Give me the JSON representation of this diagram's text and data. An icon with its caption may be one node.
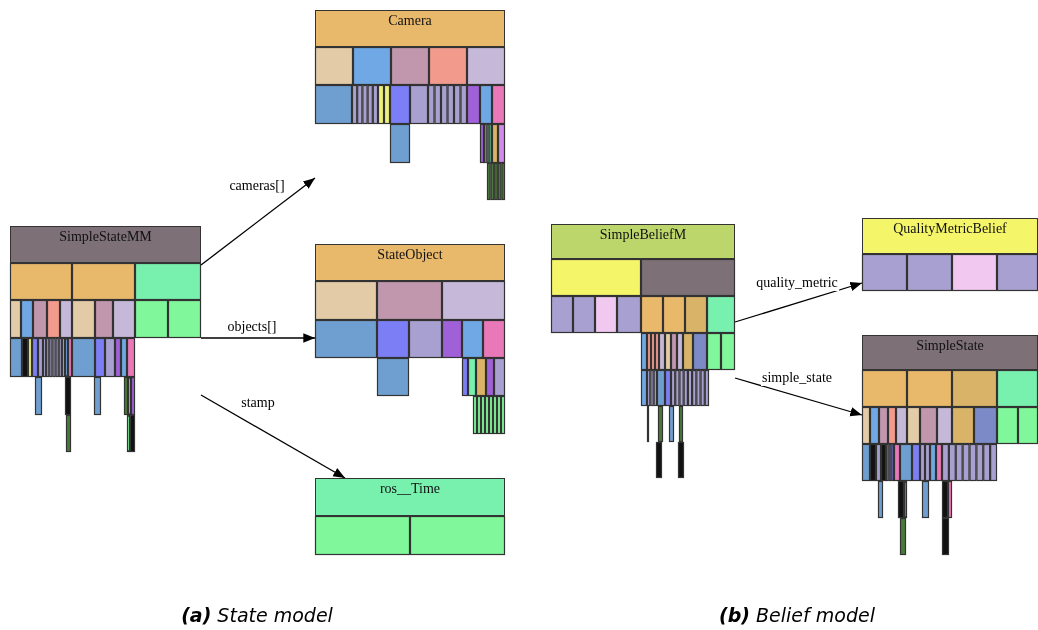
{
  "diagram": {
    "nodes": [
      {
        "text": [
          "SimpleStateMM"
        ]
      },
      {
        "text": [
          "Camera"
        ]
      },
      {
        "text": [
          "StateObject"
        ]
      },
      {
        "text": [
          "ros__Time"
        ]
      },
      {
        "text": [
          "SimpleBeliefM"
        ]
      },
      {
        "text": [
          "QualityMetricBelief"
        ]
      },
      {
        "text": [
          "SimpleState"
        ]
      }
    ],
    "edges": [
      {
        "from": 0,
        "to": 1,
        "arrow": "to",
        "label": "cameras[]"
      },
      {
        "from": 0,
        "to": 2,
        "arrow": "to",
        "label": "objects[]"
      },
      {
        "from": 0,
        "to": 3,
        "arrow": "to",
        "label": "stamp"
      },
      {
        "from": 4,
        "to": 5,
        "arrow": "to",
        "label": "quality_metric"
      },
      {
        "from": 4,
        "to": 6,
        "arrow": "to",
        "label": "simple_state"
      }
    ],
    "labels": [
      "**(a)** State model",
      "**(b)** Belief model"
    ]
  }
}
